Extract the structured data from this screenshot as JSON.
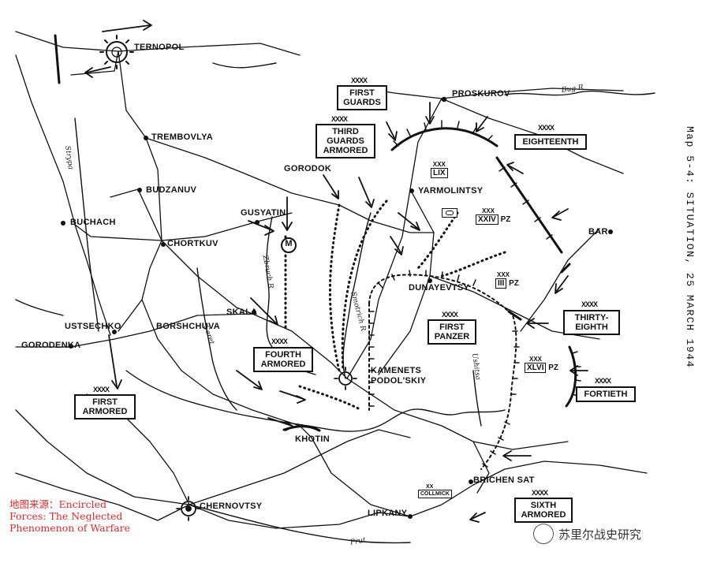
{
  "caption": "Map 5-4:  SITUATION, 25 MARCH 1944",
  "source_note": [
    "地图来源：Encircled",
    "Forces: The Neglected",
    "Phenomenon of Warfare"
  ],
  "watermark": "苏里尔战史研究",
  "places": {
    "ternopol": "TERNOPOL",
    "proskurov": "PROSKUROV",
    "trembovlya": "TREMBOVLYA",
    "gorodok": "GORODOK",
    "yarmolintsy": "YARMOLINTSY",
    "budzanuv": "BUDZANUV",
    "gusyatin": "GUSYATIN",
    "buchach": "BUCHACH",
    "chortkuv": "CHORTKUV",
    "bar": "BAR",
    "dunayevtsy": "DUNAYEVTSY",
    "skala": "SKALA",
    "ustsechko": "USTSECHKO",
    "borshchuva": "BORSHCHUVA",
    "gorodenka": "GORODENKA",
    "kamenets": "KAMENETS PODOL'SKIY",
    "khotin": "KHOTIN",
    "brichen": "BRICHEN SAT",
    "chernovtsy": "CHERNOVTSY",
    "lipkany": "LIPKANY"
  },
  "rivers": {
    "bug": "Bug  R",
    "zbruch": "Zbruch R",
    "strypa": "Strypa",
    "smotrich": "Smotrich R",
    "seret": "Seret",
    "ushitsa": "Ushitsa",
    "prut": "Prut"
  },
  "units": {
    "first_guards": {
      "echelon": "XXXX",
      "label": "FIRST GUARDS"
    },
    "third_guards": {
      "echelon": "XXXX",
      "label": "THIRD GUARDS ARMORED"
    },
    "eighteenth": {
      "echelon": "XXXX",
      "label": "EIGHTEENTH"
    },
    "fourth_armored": {
      "echelon": "XXXX",
      "label": "FOURTH ARMORED"
    },
    "first_panzer": {
      "echelon": "XXXX",
      "label": "FIRST PANZER"
    },
    "thirty_eighth": {
      "echelon": "XXXX",
      "label": "THIRTY- EIGHTH"
    },
    "fortieth": {
      "echelon": "XXXX",
      "label": "FORTIETH"
    },
    "first_armored": {
      "echelon": "XXXX",
      "label": "FIRST ARMORED"
    },
    "sixth_armored": {
      "echelon": "XXXX",
      "label": "SIXTH ARMORED"
    }
  },
  "corps": {
    "lix": {
      "echelon": "XXX",
      "label": "LIX"
    },
    "xxiv": {
      "echelon": "XXX",
      "label": "XXIV",
      "suffix": "PZ"
    },
    "iii": {
      "echelon": "XXX",
      "label": "III",
      "suffix": "PZ"
    },
    "xlvi": {
      "echelon": "XXX",
      "label": "XLVI",
      "suffix": "PZ"
    },
    "collmick": {
      "echelon": "XX",
      "label": "COLLMICK"
    }
  },
  "marker_m": "M"
}
